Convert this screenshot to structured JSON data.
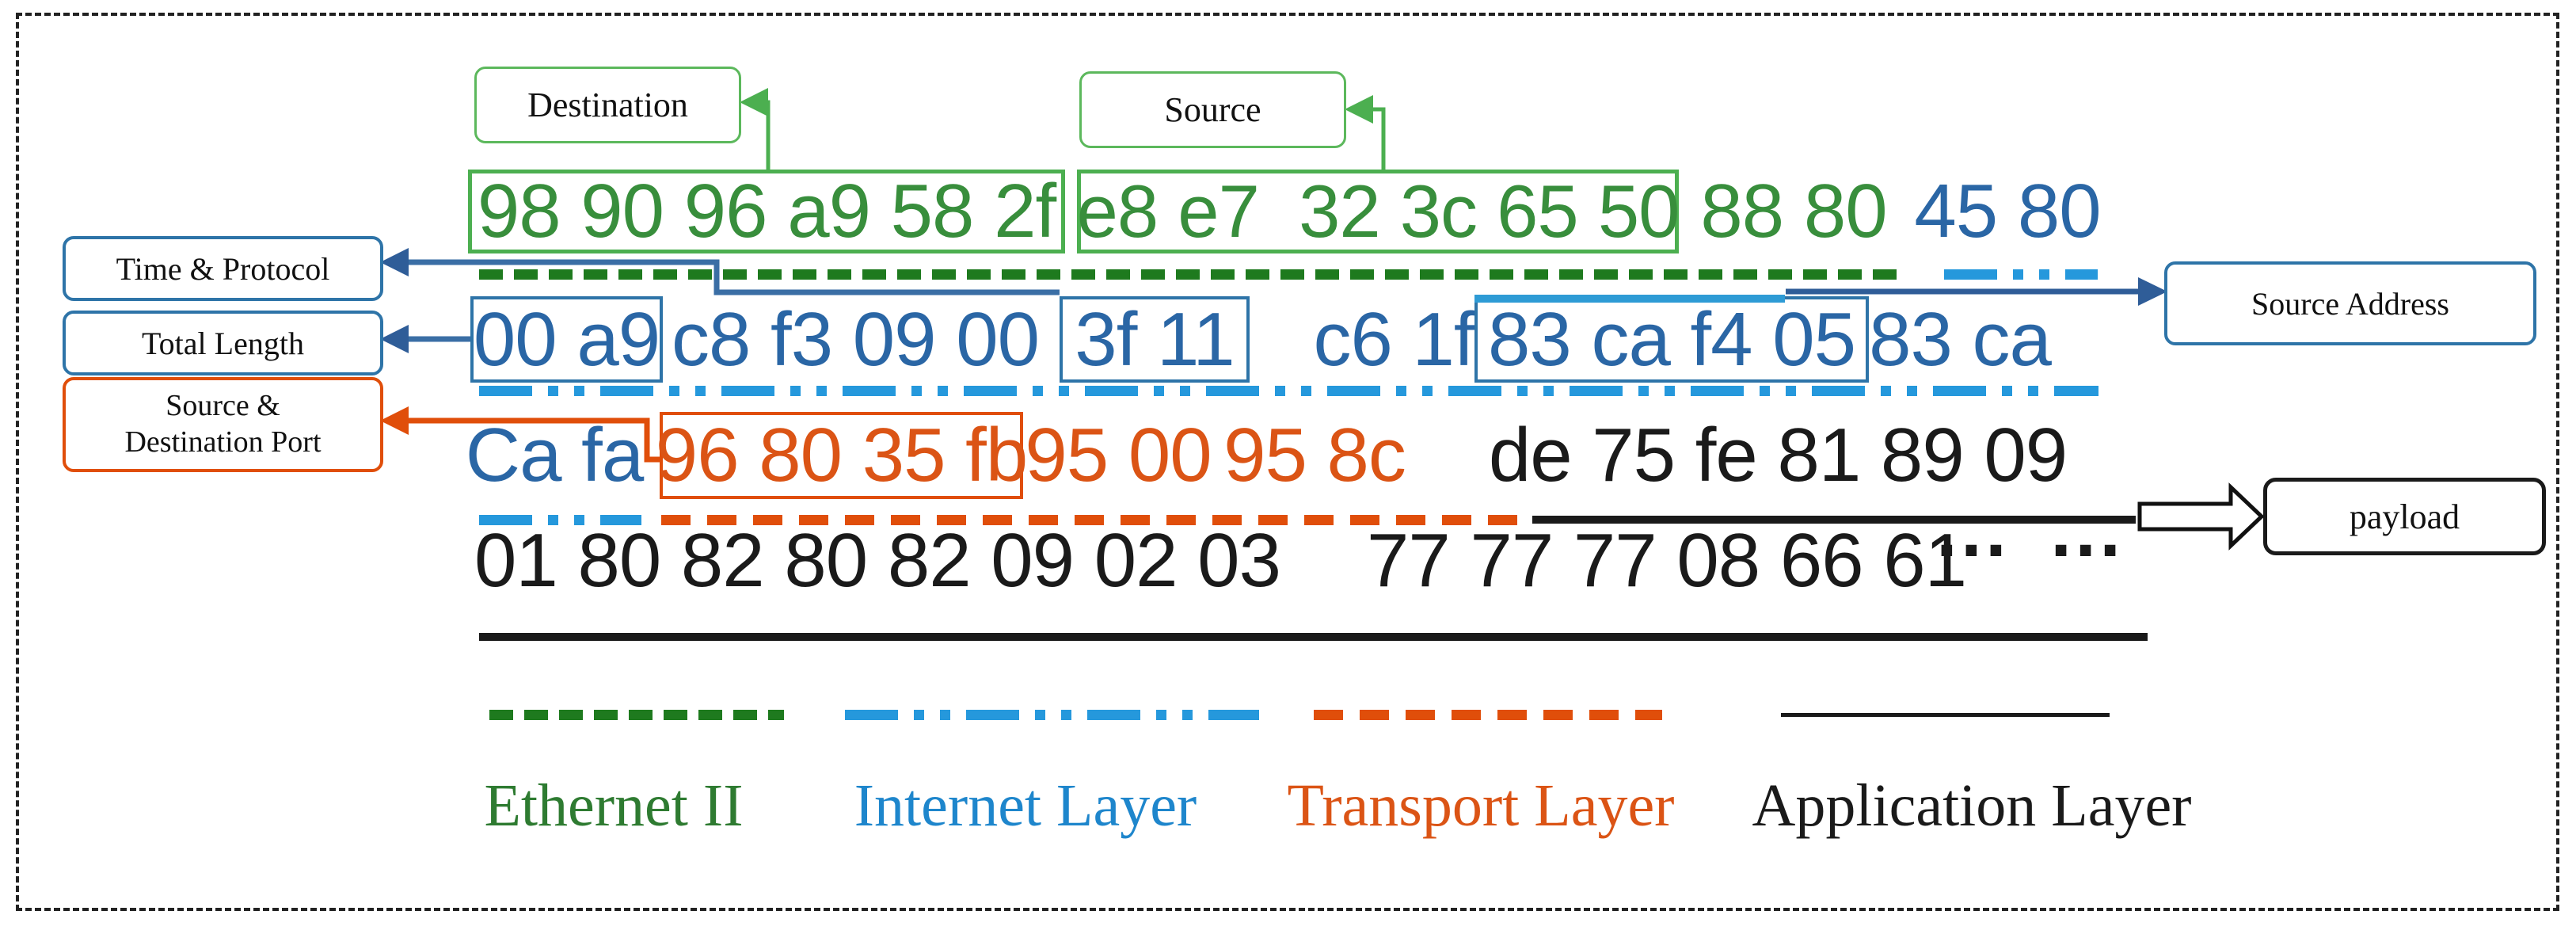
{
  "labels": {
    "destination": "Destination",
    "source": "Source",
    "time_protocol": "Time & Protocol",
    "total_length": "Total Length",
    "src_dst_port_line1": "Source &",
    "src_dst_port_line2": "Destination Port",
    "source_address": "Source Address",
    "payload": "payload"
  },
  "hex_rows": {
    "row1": {
      "destination_mac": "98 90 96 a9 58 2f",
      "source_mac": "e8 e7  32 3c 65 50",
      "ethertype": "88 80",
      "ip_version": "45 80"
    },
    "row2": {
      "total_length": "00 a9",
      "id_flags": "c8 f3 09 00",
      "ttl_protocol": "3f 11",
      "checksum": "c6 1f",
      "source_ip": "83 ca f4 05",
      "dest_ip_hi": "83 ca"
    },
    "row3": {
      "dest_ip_lo": "Ca fa",
      "ports": "96 80 35 fb",
      "length": "95 00",
      "udp_checksum": "95 8c",
      "app_data": "de 75 fe 81 89 09"
    },
    "row4": {
      "data_a": "01 80 82 80 82 09 02 03",
      "data_b": "77 77 77 08 66 61",
      "ellipsis": "···  ···"
    }
  },
  "legend": [
    {
      "label": "Ethernet II",
      "color": "#2E7B31",
      "line_style": "green-dashed"
    },
    {
      "label": "Internet Layer",
      "color": "#1E86CC",
      "line_style": "azure-dash-dot-dot"
    },
    {
      "label": "Transport Layer",
      "color": "#DB5415",
      "line_style": "orange-dashed"
    },
    {
      "label": "Application Layer",
      "color": "#1A1A1A",
      "line_style": "black-solid"
    }
  ],
  "icons": {
    "left_arrows": "filled triangle arrowheads pointing left",
    "right_arrow": "filled triangle arrowhead pointing right",
    "payload_arrow": "hollow block arrow pointing right"
  },
  "colors": {
    "green_box": "#4CAF50",
    "green_label": "#5CB85C",
    "green_text": "#388E3C",
    "green_dark": "#1E7A1E",
    "legend_green": "#2E7B31",
    "blue_text": "#2A66A5",
    "blue_box": "#2E74A8",
    "azure": "#2598DC",
    "azure_text": "#1E86CC",
    "navy": "#2F5D98",
    "orange": "#E04E0A",
    "orange_text": "#DB5415",
    "ink": "#1A1A1A"
  }
}
